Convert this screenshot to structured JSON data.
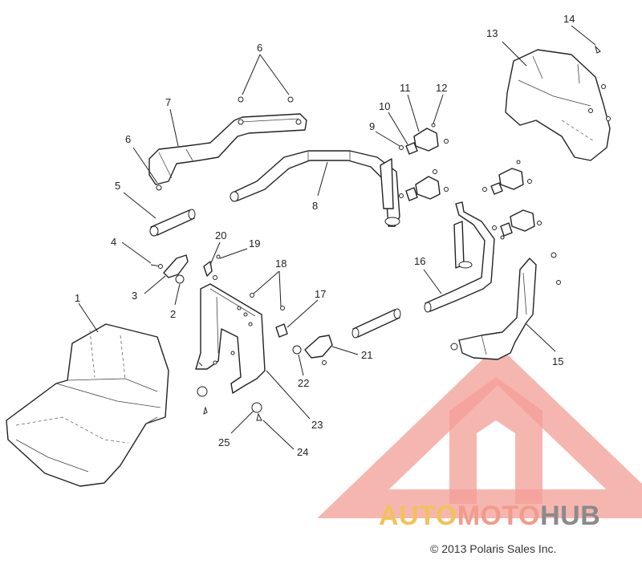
{
  "diagram": {
    "callouts": [
      "1",
      "2",
      "3",
      "4",
      "5",
      "6",
      "6",
      "7",
      "8",
      "9",
      "10",
      "11",
      "12",
      "13",
      "14",
      "15",
      "16",
      "17",
      "18",
      "19",
      "20",
      "21",
      "22",
      "23",
      "24",
      "25"
    ]
  },
  "watermark": {
    "logo_text": "AUTOMOTOHUB",
    "parts": [
      "AUTO",
      "MOTO",
      "HUB"
    ],
    "colors": {
      "auto": "#f2c25a",
      "moto": "#f29b8a",
      "hub": "#8a8a8a",
      "logo": "#f28c84"
    }
  },
  "copyright": "© 2013 Polaris Sales Inc."
}
